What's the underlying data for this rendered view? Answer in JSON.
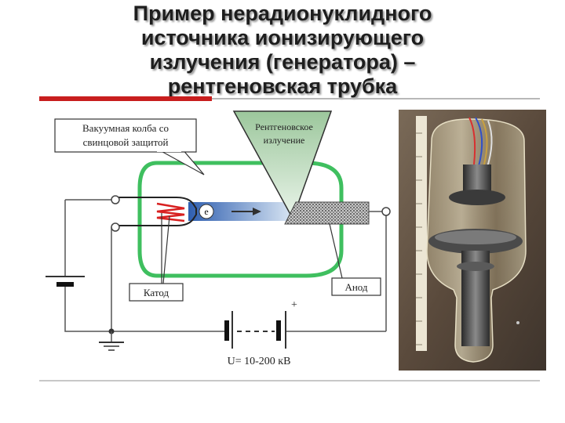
{
  "title": {
    "line1": "Пример нерадионуклидного",
    "line2": "источника ионизирующего",
    "line3": "излучения (генератора) –",
    "line4": "рентгеновская трубка"
  },
  "diagram": {
    "flask_label_line1": "Вакуумная колба со",
    "flask_label_line2": "свинцовой защитой",
    "xray_label_line1": "Рентгеновское",
    "xray_label_line2": "излучение",
    "electron_symbol": "e",
    "cathode_label": "Катод",
    "anode_label": "Анод",
    "plus_sign": "+",
    "voltage_label": "U= 10-200 кВ"
  },
  "colors": {
    "title": "#1e1e1e",
    "accent_red": "#c81e1e",
    "flask_green": "#3fbf5f",
    "filament_red": "#d82020",
    "beam_blue": "#4f7fc8"
  }
}
